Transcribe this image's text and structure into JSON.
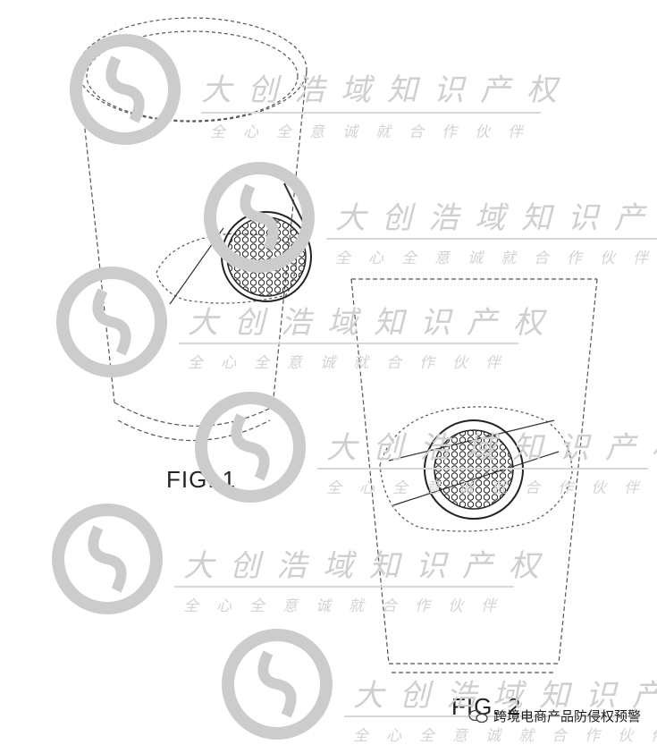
{
  "figures": {
    "fig1_label": "FIG. 1",
    "fig2_label": "FIG. 2"
  },
  "watermark": {
    "title": "大创浩域知识产权",
    "subtitle": "全心全意诚就合作伙伴",
    "logo_icon": "swirl-logo-icon",
    "color": "#cccccc"
  },
  "credit": {
    "icon": "wechat-icon",
    "text": "跨境电商产品防侵权预警"
  }
}
